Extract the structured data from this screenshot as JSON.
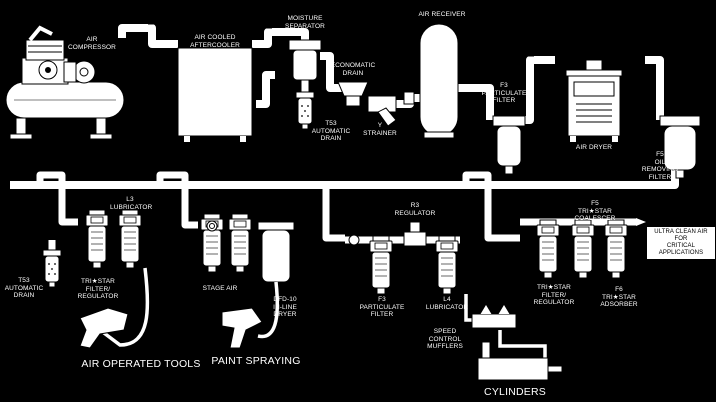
{
  "colors": {
    "background": "#000000",
    "pipe": "#ffffff",
    "outline": "#000000"
  },
  "labels": {
    "air_compressor": "AIR\nCOMPRESSOR",
    "air_cooled_aftercooler": "AIR COOLED\nAFTERCOOLER",
    "moisture_separator": "MOISTURE\nSEPARATOR",
    "t53_automatic_drain_top": "T53\nAUTOMATIC\nDRAIN",
    "economatic_drain": "ECONOMATIC\nDRAIN",
    "y_strainer": "Y\nSTRAINER",
    "air_receiver": "AIR RECEIVER",
    "f3_particulate_filter_top": "F3\nPARTICULATE\nFILTER",
    "air_dryer": "AIR DRYER",
    "f5_oil_removing_filter": "F5\nOIL REMOVING\nFILTER",
    "l3_lubricator": "L3\nLUBRICATOR",
    "t53_automatic_drain_left": "T53\nAUTOMATIC\nDRAIN",
    "tristar_filter_regulator_left": "TRI★STAR\nFILTER/\nREGULATOR",
    "stage_air": "STAGE AIR",
    "dfd10_inline_dryer": "DFD-10\nIN-LINE\nDRYER",
    "r3_regulator": "R3\nREGULATOR",
    "f3_particulate_filter_bottom": "F3\nPARTICULATE\nFILTER",
    "l4_lubricator": "L4\nLUBRICATOR",
    "speed_control_mufflers": "SPEED\nCONTROL\nMUFFLERS",
    "f5_tristar_coalescer": "F5\nTRI★STAR\nCOALESCER",
    "tristar_filter_regulator_right": "TRI★STAR\nFILTER/\nREGULATOR",
    "f6_tristar_adsorber": "F6\nTRI★STAR\nADSORBER",
    "ultra_clean_air": "ULTRA CLEAN AIR FOR\nCRITICAL APPLICATIONS",
    "air_operated_tools": "AIR OPERATED TOOLS",
    "paint_spraying": "PAINT SPRAYING",
    "cylinders": "CYLINDERS"
  }
}
